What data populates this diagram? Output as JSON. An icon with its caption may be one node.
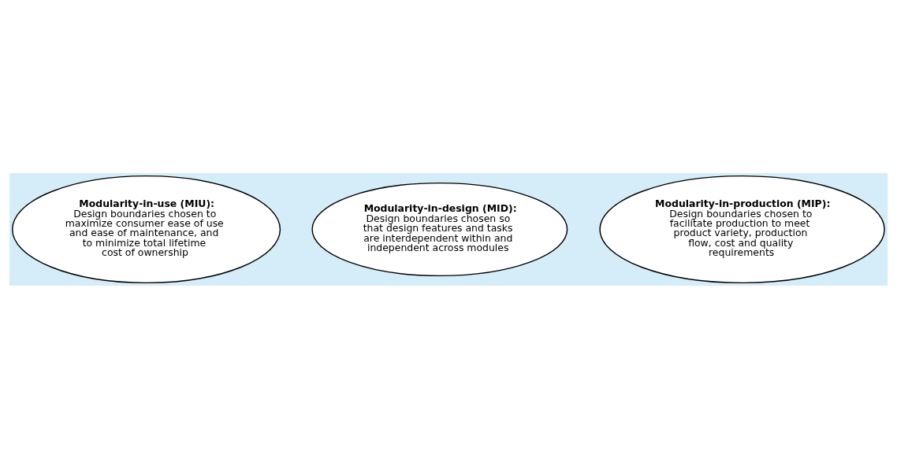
{
  "diagram": {
    "nodes": [
      {
        "text": [
          "Modularity-in-use (MIU):",
          "Design boundaries chosen to maximize consumer ease of use and ease of maintenance, and to minimize total lifetime cost of ownership"
        ]
      },
      {
        "text": [
          "Modularity-in-design (MID):",
          "Design boundaries chosen so that design features and tasks are interdependent within and independent across modules"
        ]
      },
      {
        "text": [
          "Modularity-in-production (MIP):",
          "Design boundaries chosen to facilitate production to meet product variety, production flow, cost and quality requirements"
        ]
      }
    ]
  }
}
